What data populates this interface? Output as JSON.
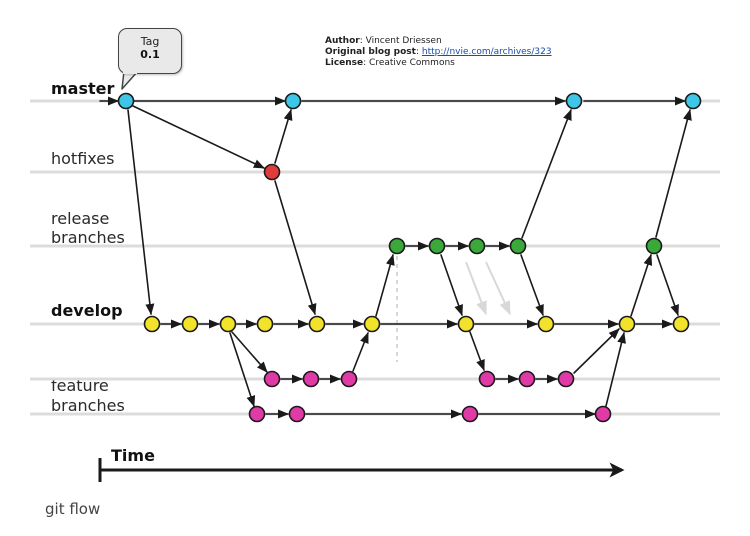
{
  "credits": {
    "author_label": "Author",
    "author_value": ": Vincent Driessen",
    "blog_label": "Original blog post",
    "blog_sep": ": ",
    "blog_url": "http://nvie.com/archives/323",
    "license_label": "License",
    "license_value": ": Creative Commons"
  },
  "tag": {
    "title": "Tag",
    "value": "0.1"
  },
  "lanes": {
    "master": "master",
    "hotfixes": "hotfixes",
    "release_1": "release",
    "release_2": "branches",
    "develop": "develop",
    "feature_1": "feature",
    "feature_2": "branches"
  },
  "time_label": "Time",
  "caption": "git flow",
  "colors": {
    "master": "#3fc6e6",
    "hotfix": "#e23b3b",
    "release": "#3aa83a",
    "develop": "#f2e22c",
    "feature": "#e03aa6",
    "lane_line": "#dcdcdc",
    "arrow": "#1a1a1a"
  }
}
